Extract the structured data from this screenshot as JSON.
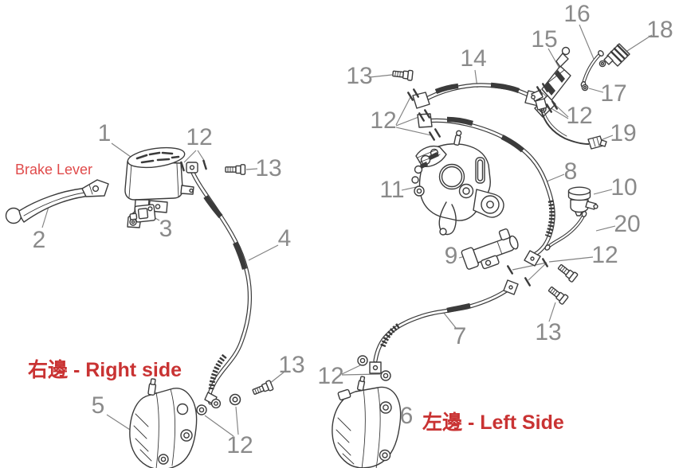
{
  "figure": {
    "type": "exploded-parts-diagram",
    "background_color": "#ffffff",
    "line_color": "#3b3b3b",
    "callout_color": "#8a8a8a",
    "brake_lever_color": "#e04b4b",
    "side_label_color": "#c93333",
    "annotations": {
      "brake_lever": "Brake Lever",
      "right_side": "右邊 - Right side",
      "left_side": "左邊 - Left Side"
    },
    "callouts": [
      "1",
      "2",
      "3",
      "12",
      "13",
      "4",
      "5",
      "12",
      "13",
      "13",
      "14",
      "15",
      "16",
      "17",
      "18",
      "19",
      "12",
      "12",
      "11",
      "8",
      "10",
      "20",
      "12",
      "9",
      "7",
      "13",
      "12",
      "6"
    ]
  }
}
